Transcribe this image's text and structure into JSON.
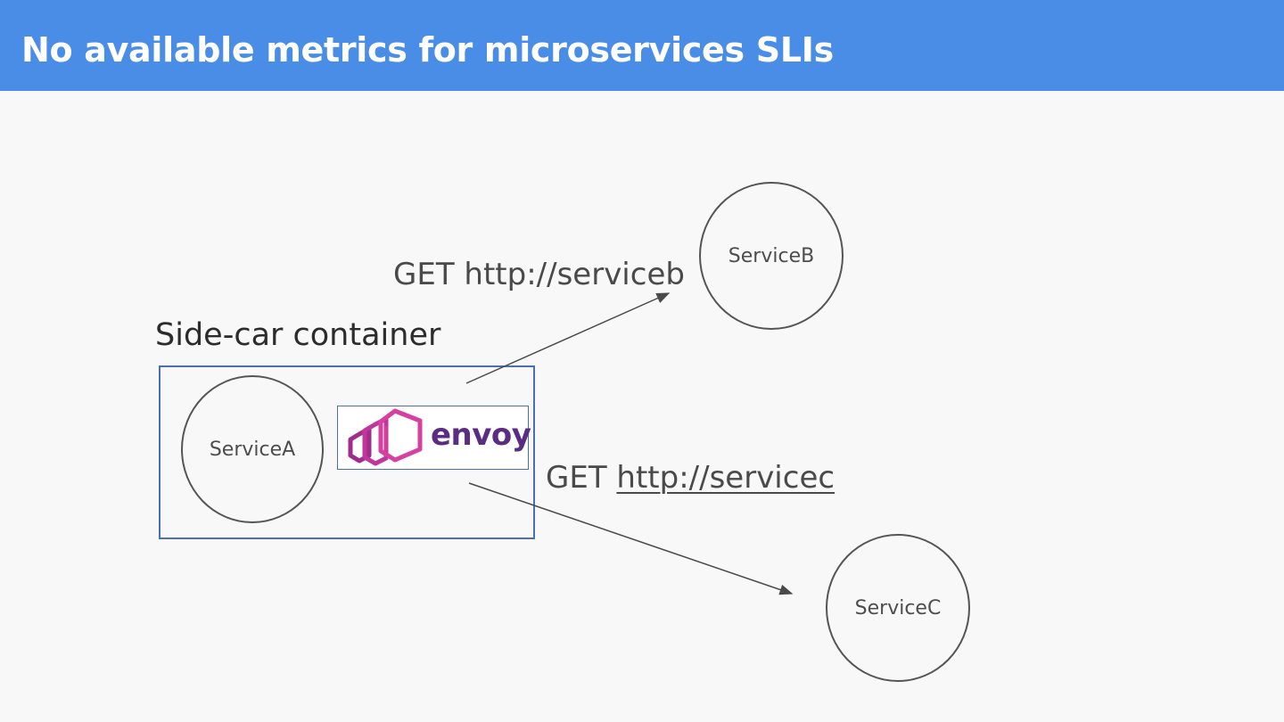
{
  "slide": {
    "title": "No available metrics for microservices SLIs"
  },
  "diagram": {
    "sidecar_label": "Side-car container",
    "proxy_logo_text": "envoy",
    "services": {
      "a": "ServiceA",
      "b": "ServiceB",
      "c": "ServiceC"
    },
    "requests": {
      "to_b": {
        "method": "GET",
        "url": "http://serviceb"
      },
      "to_c": {
        "method": "GET",
        "url": "http://servicec"
      }
    }
  },
  "colors": {
    "title_bar": "#4a8de6",
    "box_border": "#4a6fb3",
    "envoy_magenta": "#d6409f",
    "envoy_purple": "#5a2d82"
  }
}
